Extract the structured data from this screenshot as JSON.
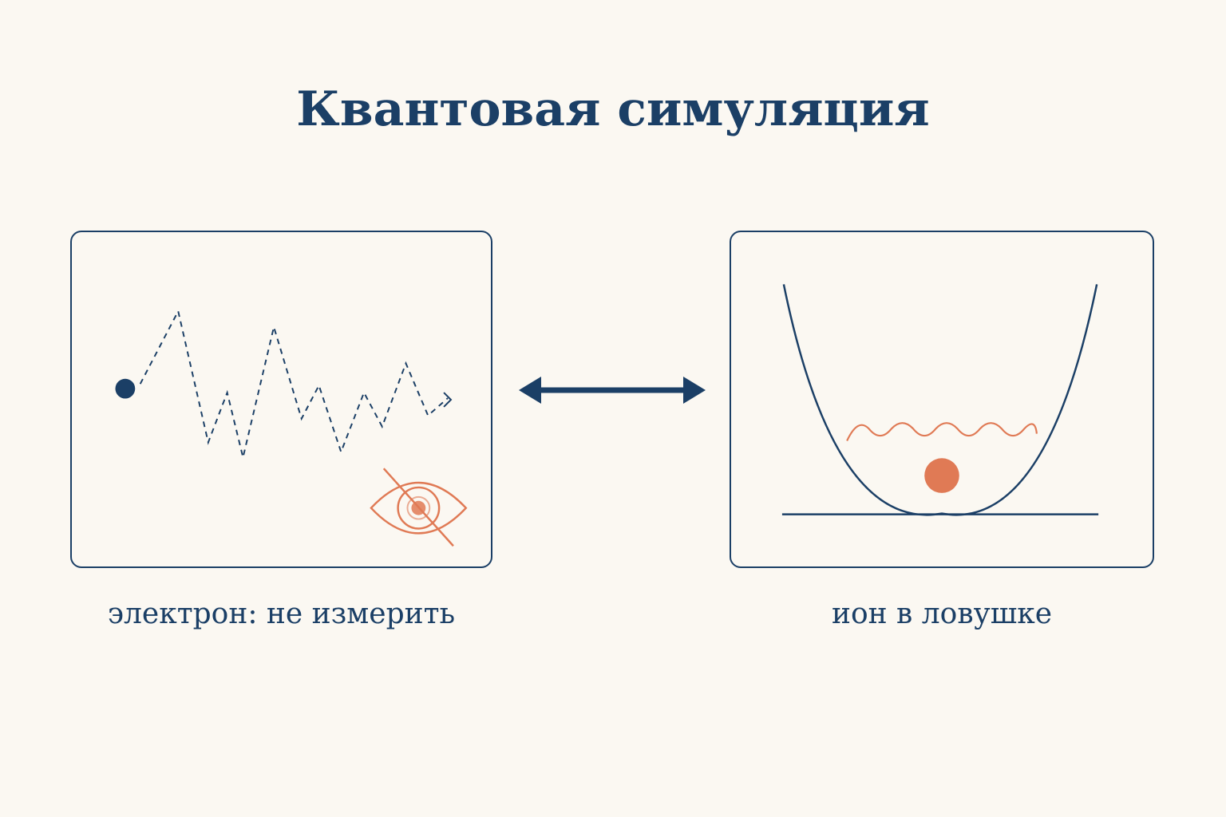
{
  "title": "Квантовая симуляция",
  "left_panel": {
    "caption": "электрон: не измерить",
    "particle_icon": "electron-dot",
    "path_icon": "dashed-zigzag-trajectory",
    "eye_icon": "crossed-out-eye"
  },
  "right_panel": {
    "caption": "ион в ловушке",
    "trap_icon": "parabolic-potential-well",
    "wave_icon": "oscillation-wave",
    "ion_icon": "ion-ball"
  },
  "connector_icon": "double-headed-arrow",
  "colors": {
    "background": "#fbf8f2",
    "primary": "#1b3f66",
    "accent": "#e07a55"
  }
}
